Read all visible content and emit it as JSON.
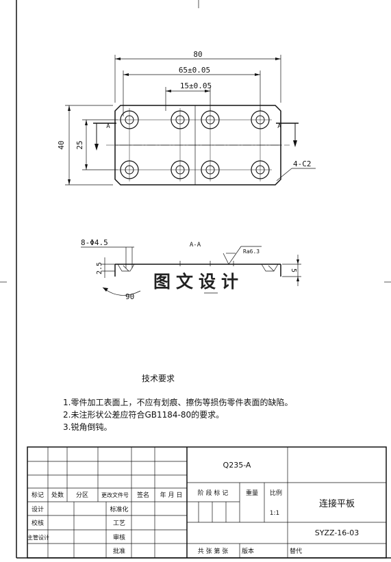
{
  "drawing": {
    "dimensions": {
      "overall_width": "80",
      "hole_span": "65±0.05",
      "inner_span": "15±0.05",
      "overall_height": "40",
      "hole_row_span": "25",
      "chamfer": "4-C2",
      "holes": "8-Φ4.5",
      "counterbore_depth": "2.5",
      "angle": "90",
      "thickness": "5",
      "roughness": "Ra6.3"
    },
    "section_marks": {
      "left": "A",
      "right": "A",
      "section_label": "A-A"
    },
    "watermark": "图文设计"
  },
  "notes": {
    "title": "技术要求",
    "items": [
      "1.零件加工表面上，不应有划痕、擦伤等损伤零件表面的缺陷。",
      "2.未注形状公差应符合GB1184-80的要求。",
      "3.锐角倒钝。"
    ]
  },
  "title_block": {
    "header": [
      "标记",
      "处数",
      "分区",
      "更改文件号",
      "签名",
      "年 月 日"
    ],
    "roles_left": [
      "设计",
      "校核",
      "主管设计"
    ],
    "roles_mid": [
      "标准化",
      "工艺",
      "审核",
      "批准"
    ],
    "stage_label": "阶 段 标 记",
    "weight_label": "重量",
    "scale_label": "比例",
    "scale_value": "1:1",
    "material": "Q235-A",
    "part_name": "连接平板",
    "drawing_number": "SYZZ-16-03",
    "sheet_label": "共  张  第  张",
    "version_label": "版本",
    "replace_label": "替代"
  }
}
